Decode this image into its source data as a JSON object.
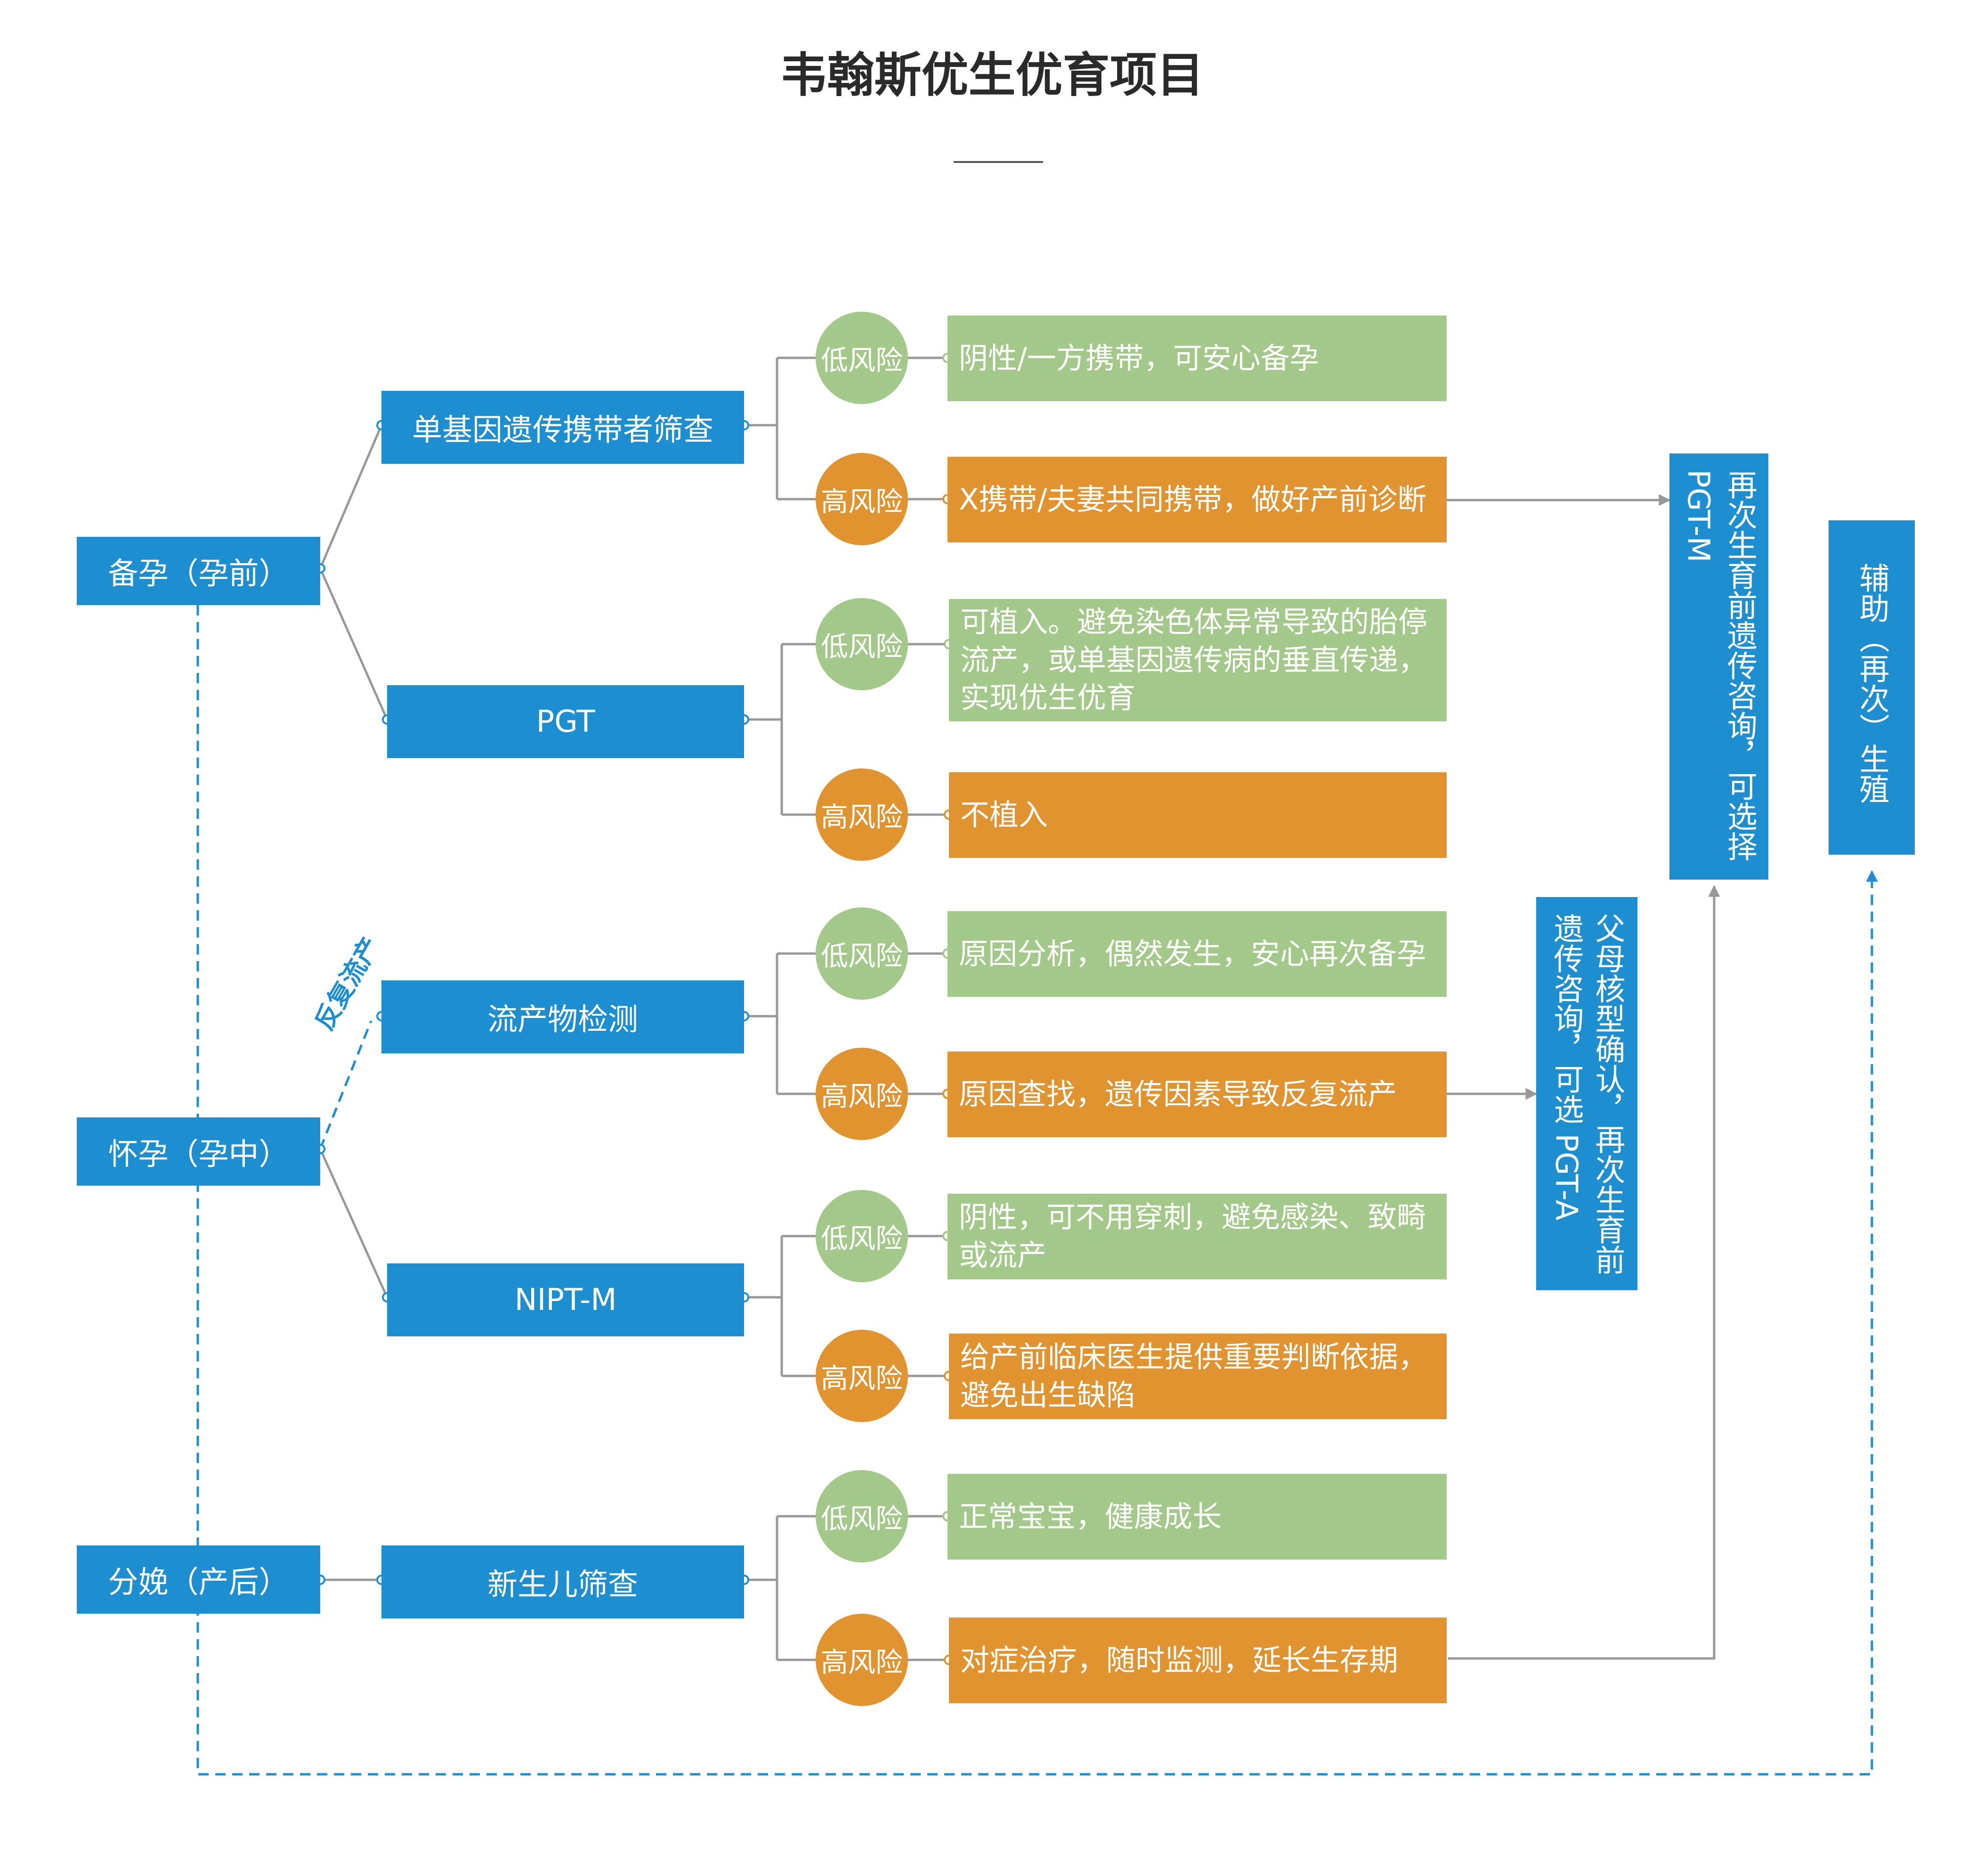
{
  "title": "韦翰斯优生优育项目",
  "stages": {
    "pre_pregnancy": "备孕（孕前）",
    "pregnancy": "怀孕（孕中）",
    "postpartum": "分娩（产后）"
  },
  "recurrent_miscarriage_label": "反复流产",
  "items": {
    "carrier_screening": "单基因遗传携带者筛查",
    "pgt": "PGT",
    "miscarriage_tissue_test": "流产物检测",
    "nipt_m": "NIPT-M",
    "newborn_screening": "新生儿筛查"
  },
  "risk": {
    "low": "低风险",
    "high": "高风险"
  },
  "results": {
    "carrier_low": "阴性/一方携带，可安心备孕",
    "carrier_high": "X携带/夫妻共同携带，做好产前诊断",
    "pgt_low": "可植入。避免染色体异常导致的胎停流产，或单基因遗传病的垂直传递，实现优生优育",
    "pgt_high": "不植入",
    "tissue_low": "原因分析，偶然发生，安心再次备孕",
    "tissue_high": "原因查找，遗传因素导致反复流产",
    "nipt_low": "阴性，可不用穿刺，避免感染、致畸或流产",
    "nipt_high": "给产前临床医生提供重要判断依据，避免出生缺陷",
    "newborn_low": "正常宝宝，健康成长",
    "newborn_high": "对症治疗，随时监测，延长生存期"
  },
  "side_boxes": {
    "karyotype": [
      "父母核型确认，再次生育前",
      "遗传咨询，可选 PGT-A"
    ],
    "pgt_m": [
      "再次生育前遗传咨询，可选择",
      "PGT-M"
    ],
    "art": [
      "辅助（再次）生殖"
    ]
  },
  "colors": {
    "blue": "#1d8fd0",
    "green": "#a3c98a",
    "orange": "#e0932f",
    "connector": "#999999"
  }
}
